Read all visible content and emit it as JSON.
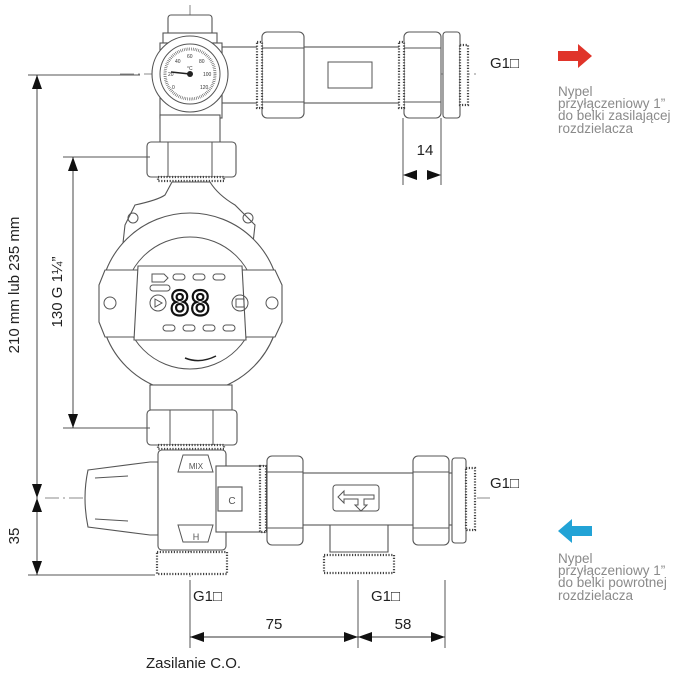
{
  "dimensions": {
    "total_height": "210 mm lub 235 mm",
    "pump_length": "130 G 1¼”",
    "bottom_offset": "35",
    "nipple_width": "14",
    "spacing_left": "75",
    "spacing_right": "58"
  },
  "thread_labels": {
    "top_right": "G1□",
    "bottom_right": "G1□",
    "bottom_left": "G1□",
    "bottom_middle": "G1□"
  },
  "supply_label": "Zasilanie C.O.",
  "thermometer": {
    "unit": "°C",
    "scale": [
      "0",
      "20",
      "40",
      "60",
      "80",
      "100",
      "120"
    ]
  },
  "pump_display": "88",
  "valve_marks": {
    "mix": "MIX",
    "hot": "H",
    "cold": "C"
  },
  "notes": {
    "supply": {
      "lines": [
        "Nypel",
        "przyłączeniowy 1”",
        "do belki zasilającej",
        "rozdzielacza"
      ],
      "arrow_color": "#e0342a"
    },
    "return": {
      "lines": [
        "Nypel",
        "przyłączeniowy 1”",
        "do belki powrotnej",
        "rozdzielacza"
      ],
      "arrow_color": "#22a3d6"
    }
  }
}
